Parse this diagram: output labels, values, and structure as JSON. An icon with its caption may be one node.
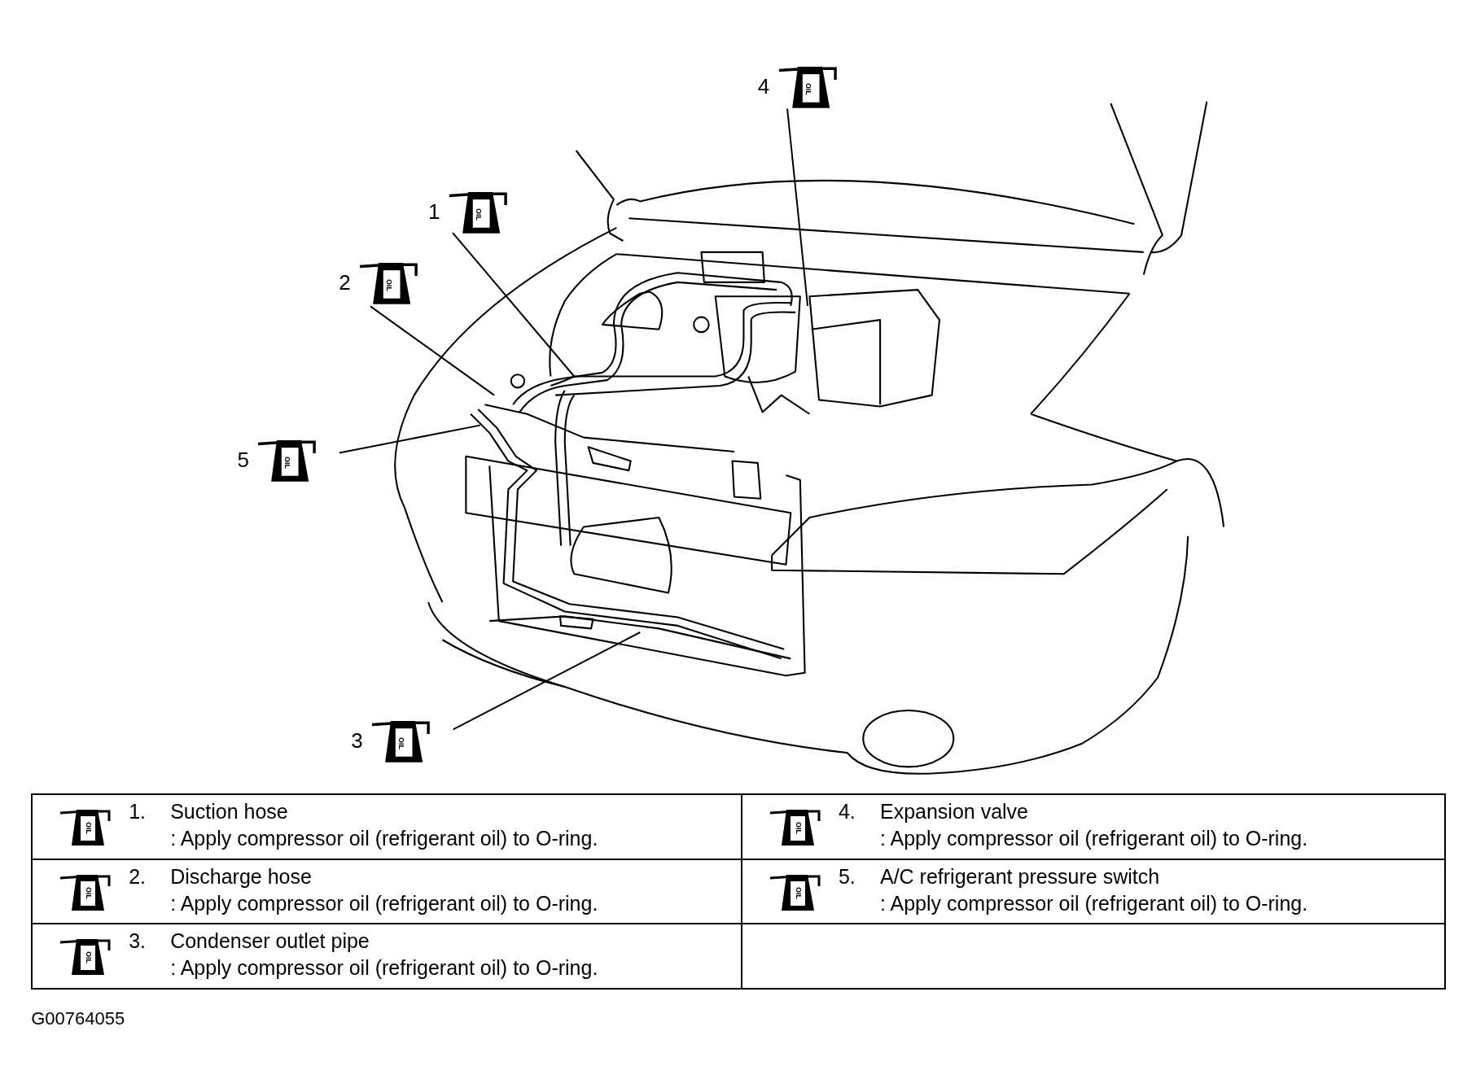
{
  "diagram": {
    "nodes": [
      {
        "text": [
          "4",
          "OIL"
        ]
      },
      {
        "text": [
          "1",
          "OIL"
        ]
      },
      {
        "text": [
          "2",
          "OIL"
        ]
      },
      {
        "text": [
          "5",
          "OIL"
        ]
      },
      {
        "text": [
          "3",
          "OIL"
        ]
      }
    ],
    "edges": [
      {
        "from": 0,
        "to": null,
        "arrow": "none"
      },
      {
        "from": 1,
        "to": null,
        "arrow": "none"
      },
      {
        "from": 2,
        "to": null,
        "arrow": "none"
      },
      {
        "from": 3,
        "to": null,
        "arrow": "none"
      },
      {
        "from": 4,
        "to": null,
        "arrow": "none"
      }
    ],
    "labels": [
      "OIL",
      "1.",
      "Suction hose",
      ": Apply compressor oil (refrigerant oil) to O-ring.",
      "OIL",
      "4.",
      "Expansion valve",
      ": Apply compressor oil (refrigerant oil) to O-ring.",
      "OIL",
      "2.",
      "Discharge hose",
      ": Apply compressor oil (refrigerant oil) to O-ring.",
      "OIL",
      "5.",
      "A/C refrigerant pressure switch",
      ": Apply compressor oil (refrigerant oil) to O-ring.",
      "OIL",
      "3.",
      "Condenser outlet pipe",
      ": Apply compressor oil (refrigerant oil) to O-ring.",
      "G00764055"
    ]
  }
}
